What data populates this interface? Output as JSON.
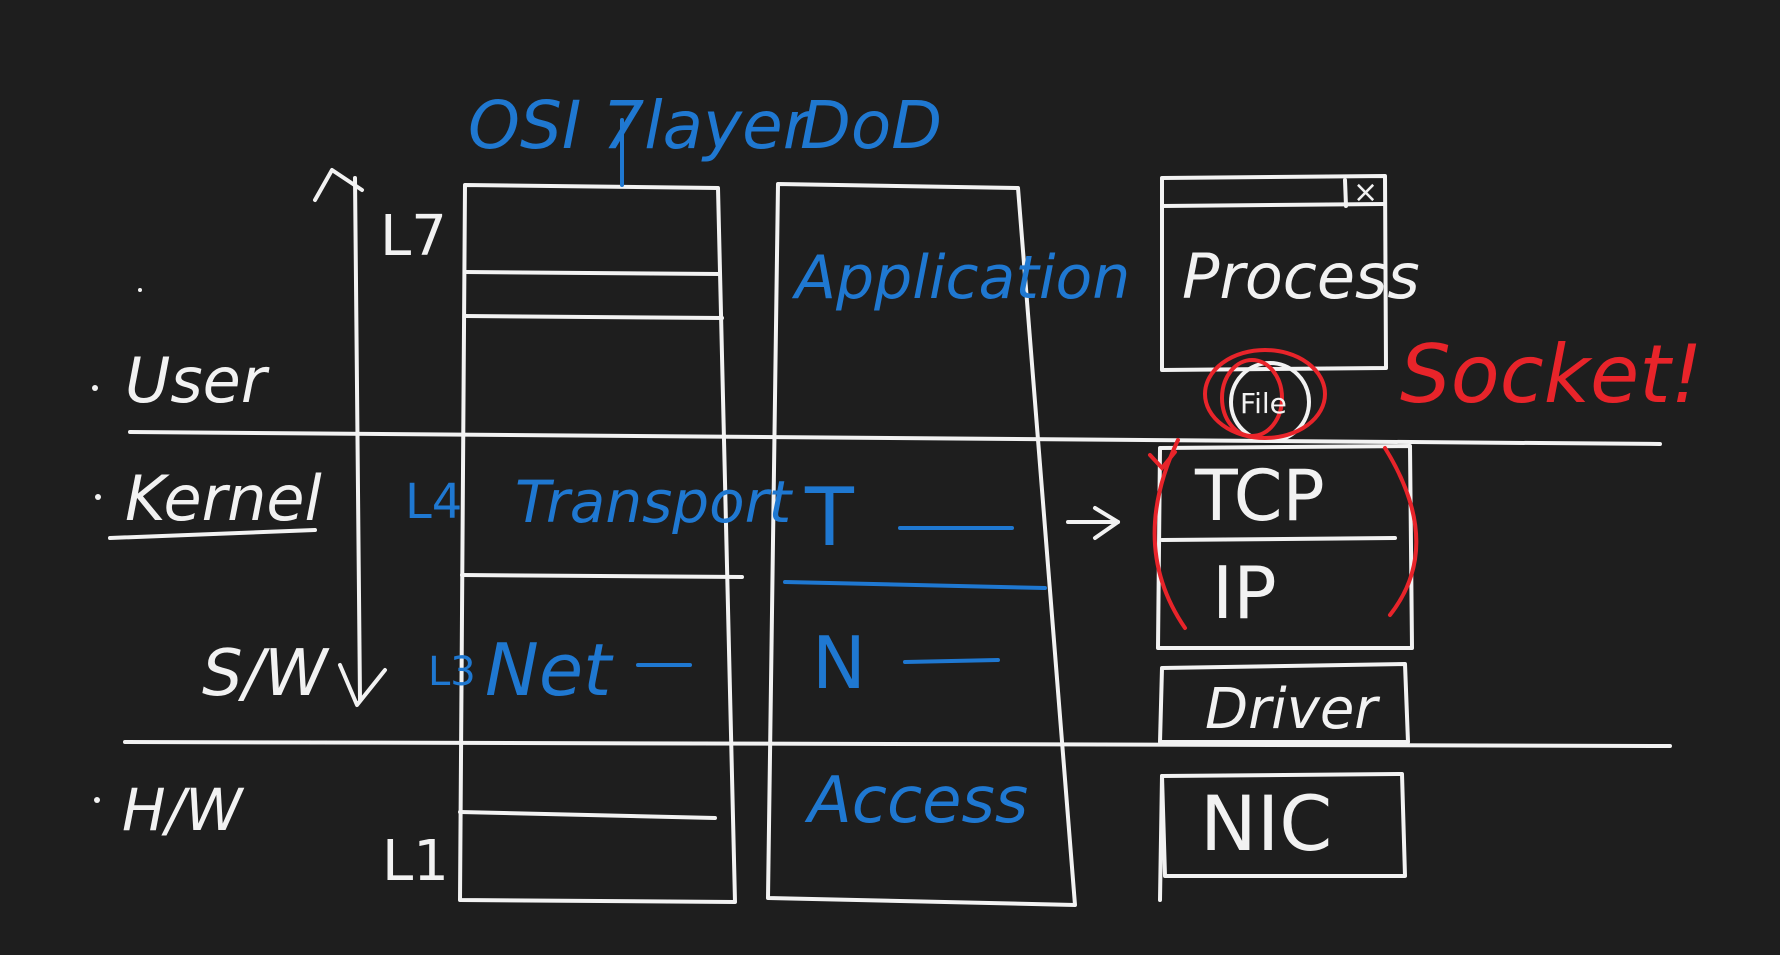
{
  "colors": {
    "background": "#1e1e1e",
    "chalk": "#f2f2f2",
    "blue": "#1f78d1",
    "red": "#e8242a"
  },
  "titles": {
    "osi": "OSI 7layer",
    "dod": "DoD"
  },
  "left_labels": {
    "user": "User",
    "kernel": "Kernel",
    "sw": "S/W",
    "hw": "H/W"
  },
  "osi_column": {
    "l7": "L7",
    "l4": "L4",
    "l4_name": "Transport",
    "l3": "L3",
    "l3_name": "Net",
    "l1": "L1"
  },
  "dod_column": {
    "application": "Application",
    "transport": "T",
    "network": "N",
    "access": "Access"
  },
  "stack": {
    "process": "Process",
    "window_close": "×",
    "file": "File",
    "socket": "Socket!",
    "tcp": "TCP",
    "ip": "IP",
    "driver": "Driver",
    "nic": "NIC"
  }
}
